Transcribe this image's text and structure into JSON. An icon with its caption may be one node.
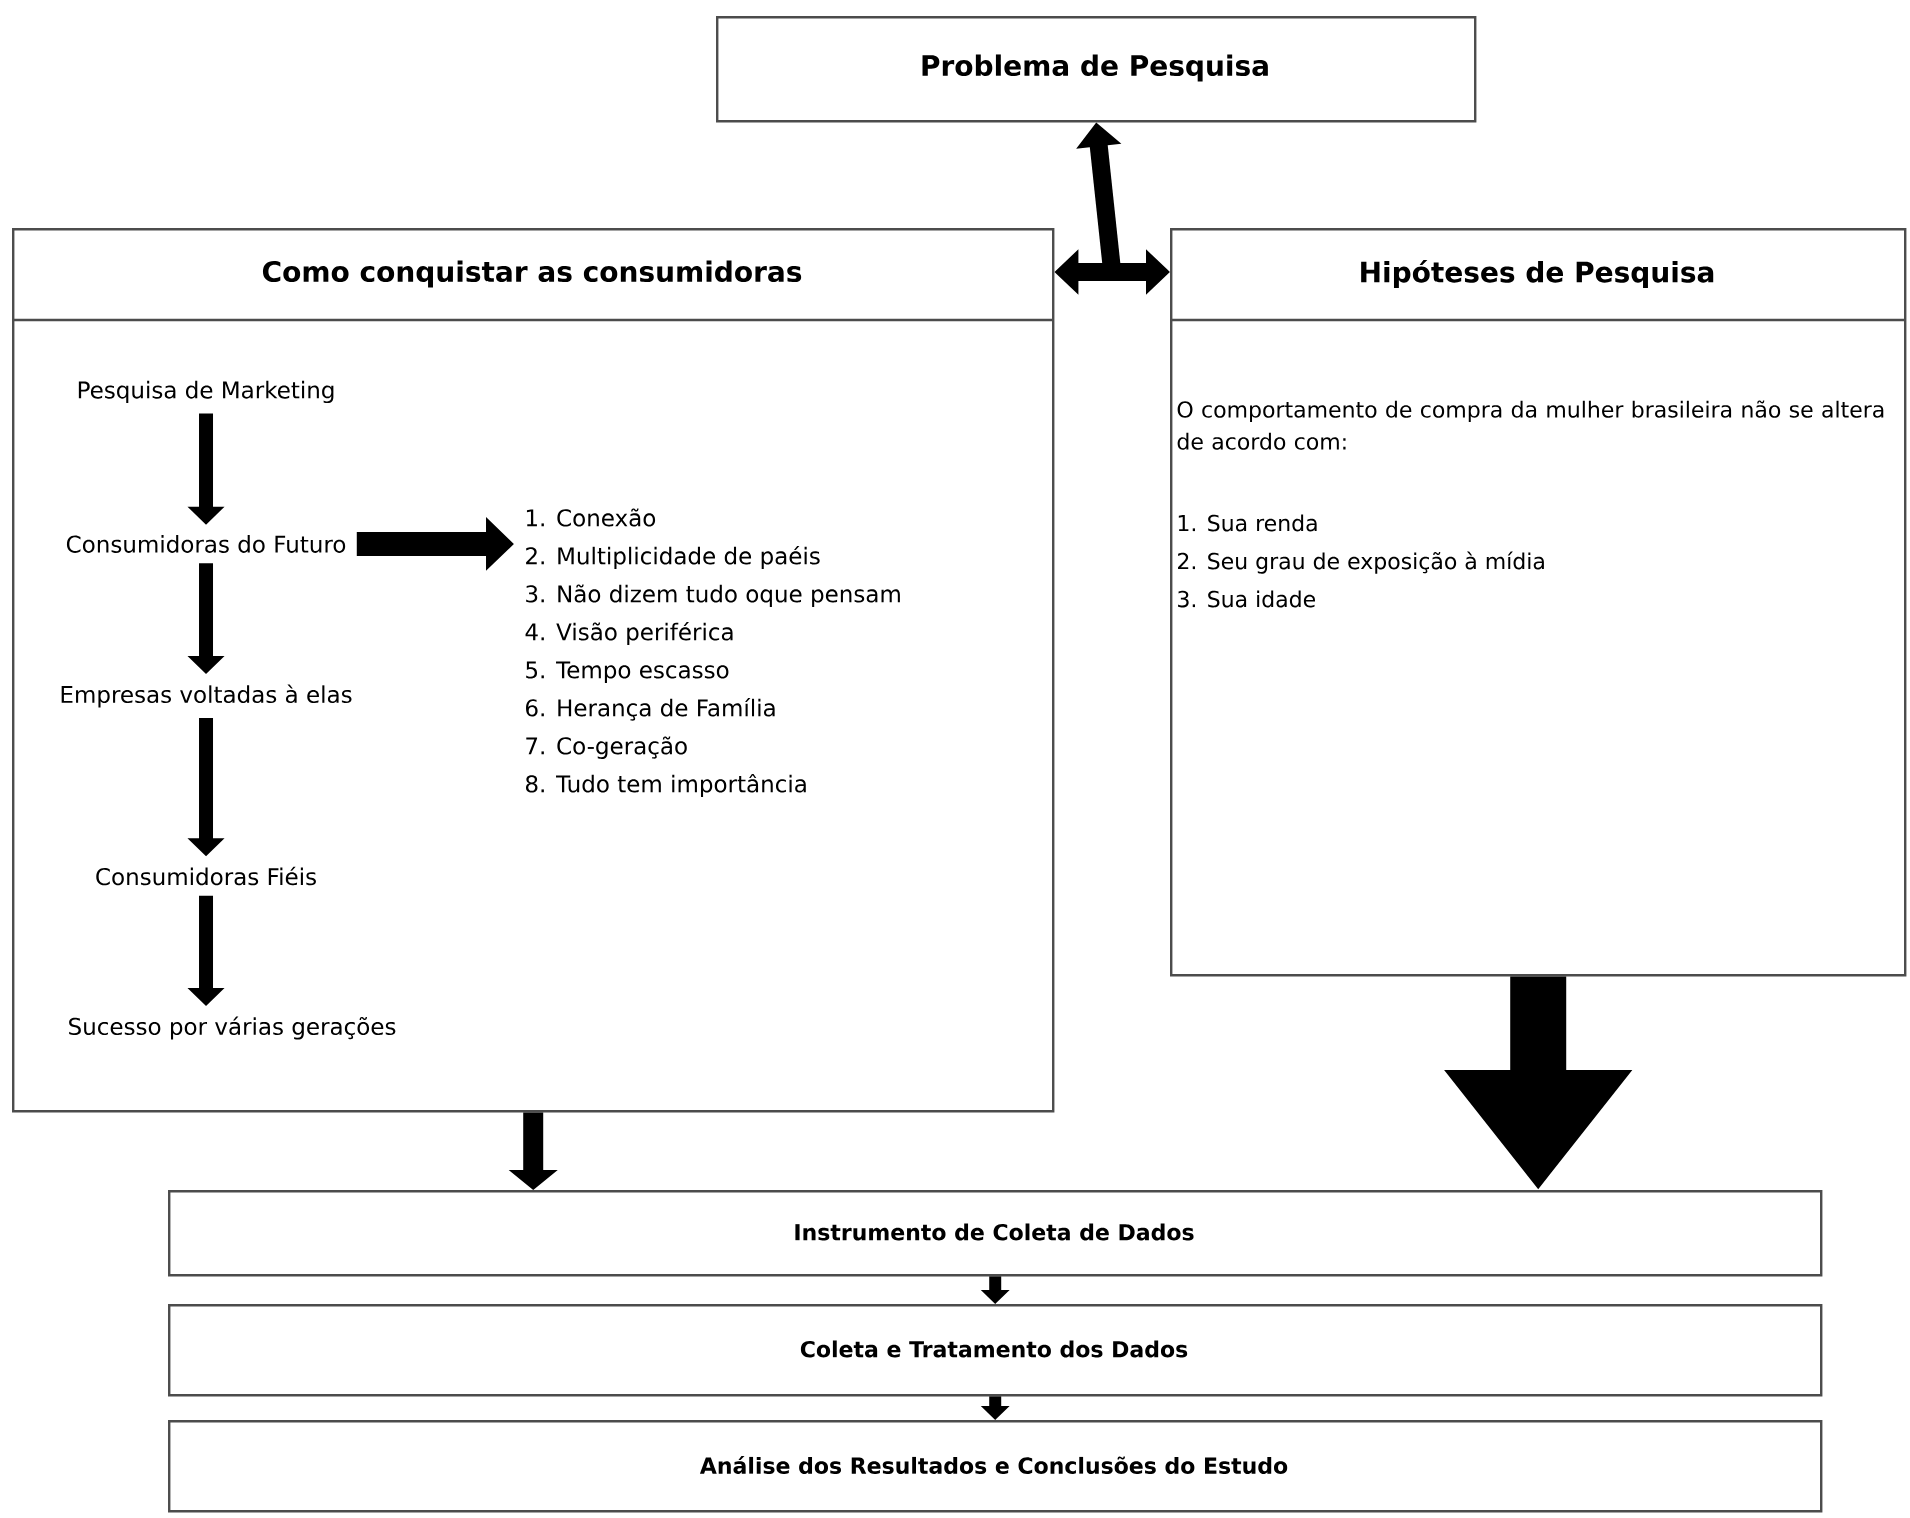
{
  "diagram": {
    "nodes": [
      {
        "text": [
          "Problema de Pesquisa"
        ]
      },
      {
        "text": [
          "Como conquistar as consumidoras"
        ]
      },
      {
        "text": [
          "Hipóteses de Pesquisa",
          "O comportamento de compra da mulher brasileira não se altera de acordo com:",
          "1. Sua renda",
          "2. Seu grau de exposição à mídia",
          "3. Sua idade"
        ]
      },
      {
        "text": [
          "Pesquisa de Marketing"
        ],
        "in": 1
      },
      {
        "text": [
          "Consumidoras do Futuro"
        ],
        "in": 1
      },
      {
        "text": [
          "1. Conexão",
          "2. Multiplicidade de paéis",
          "3. Não dizem tudo oque pensam",
          "4. Visão periférica",
          "5. Tempo escasso",
          "6. Herança de Família",
          "7. Co-geração",
          "8. Tudo tem importância"
        ],
        "in": 1
      },
      {
        "text": [
          "Empresas voltadas à elas"
        ],
        "in": 1
      },
      {
        "text": [
          "Consumidoras Fiéis"
        ],
        "in": 1
      },
      {
        "text": [
          "Sucesso por várias gerações"
        ],
        "in": 1
      },
      {
        "text": [
          "Instrumento de Coleta de Dados"
        ]
      },
      {
        "text": [
          "Coleta e Tratamento dos Dados"
        ]
      },
      {
        "text": [
          "Análise dos Resultados e Conclusões do Estudo"
        ]
      }
    ],
    "edges": [
      {
        "from": 1,
        "to": 2,
        "arrow": "both"
      },
      {
        "from": null,
        "to": 0,
        "arrow": "to"
      },
      {
        "from": 3,
        "to": 4,
        "arrow": "to"
      },
      {
        "from": 4,
        "to": 5,
        "arrow": "to"
      },
      {
        "from": 4,
        "to": 6,
        "arrow": "to"
      },
      {
        "from": 6,
        "to": 7,
        "arrow": "to"
      },
      {
        "from": 7,
        "to": 8,
        "arrow": "to"
      },
      {
        "from": 1,
        "to": 9,
        "arrow": "to"
      },
      {
        "from": 2,
        "to": 9,
        "arrow": "to",
        "style": "thick"
      },
      {
        "from": 9,
        "to": 10,
        "arrow": "to"
      },
      {
        "from": 10,
        "to": 11,
        "arrow": "to"
      }
    ]
  }
}
